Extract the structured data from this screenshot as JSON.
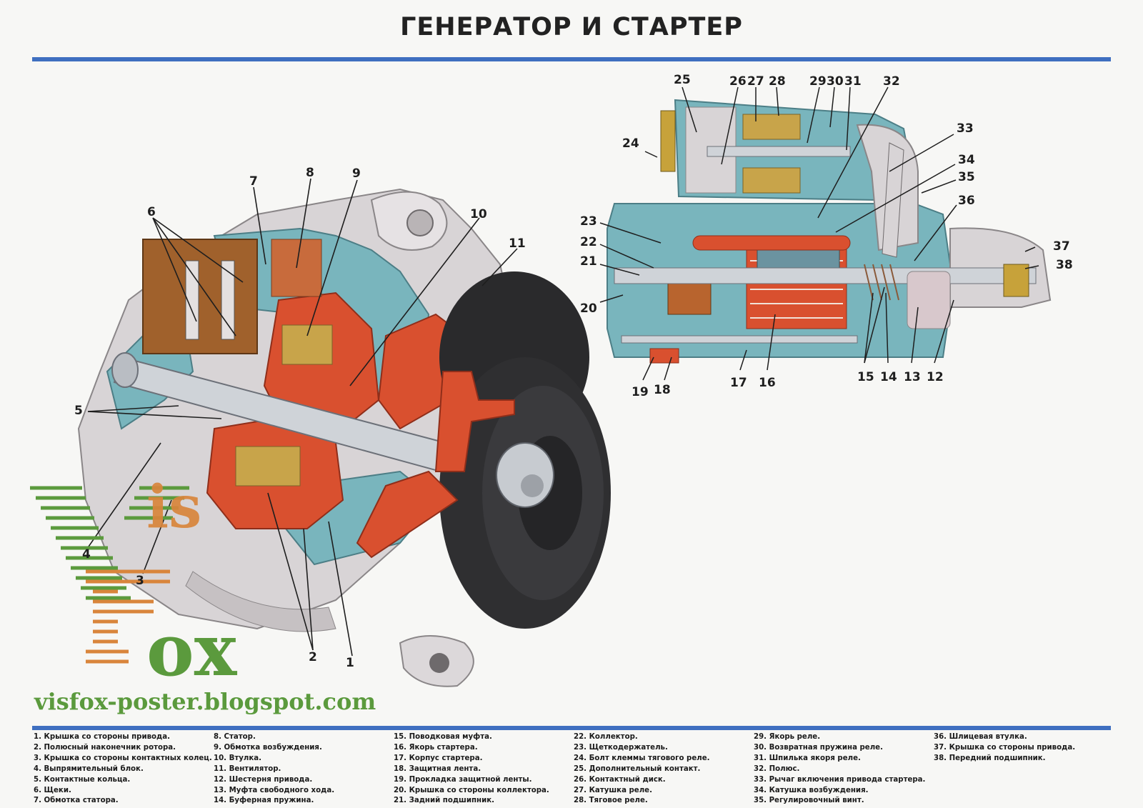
{
  "title": "ГЕНЕРАТОР И СТАРТЕР",
  "colors": {
    "rule": "#3f6fc0",
    "housing": "#d8d4d6",
    "rotor_red": "#d9502f",
    "casing_teal": "#79b5bd",
    "pulley_dark": "#2a2a2c",
    "winding_gold": "#c8a44a",
    "watermark_green": "#5b9a3d",
    "watermark_orange": "#d9853b"
  },
  "watermark": {
    "logo_letters": [
      "V",
      "is",
      "F",
      "ox"
    ],
    "url": "visfox-poster.blogspot.com"
  },
  "callouts": {
    "generator": [
      "1",
      "2",
      "3",
      "4",
      "5",
      "6",
      "7",
      "8",
      "9",
      "10",
      "11"
    ],
    "starter": [
      "12",
      "13",
      "14",
      "15",
      "16",
      "17",
      "18",
      "19",
      "20",
      "21",
      "22",
      "23",
      "24",
      "25",
      "26",
      "27",
      "28",
      "29",
      "30",
      "31",
      "32",
      "33",
      "34",
      "35",
      "36",
      "37",
      "38"
    ]
  },
  "legend": [
    [
      "1. Крышка со стороны привода.",
      "2. Полюсный наконечник ротора.",
      "3. Крышка со стороны контактных колец.",
      "4. Выпрямительный блок.",
      "5. Контактные кольца.",
      "6. Щеки.",
      "7. Обмотка статора."
    ],
    [
      "8. Статор.",
      "9. Обмотка возбуждения.",
      "10. Втулка.",
      "11. Вентилятор.",
      "12. Шестерня привода.",
      "13. Муфта свободного хода.",
      "14. Буферная пружина."
    ],
    [
      "15. Поводковая муфта.",
      "16. Якорь стартера.",
      "17. Корпус стартера.",
      "18. Защитная лента.",
      "19. Прокладка защитной ленты.",
      "20. Крышка со стороны коллектора.",
      "21. Задний подшипник."
    ],
    [
      "22. Коллектор.",
      "23. Щеткодержатель.",
      "24. Болт клеммы тягового реле.",
      "25. Дополнительный контакт.",
      "26. Контактный диск.",
      "27. Катушка реле.",
      "28. Тяговое реле."
    ],
    [
      "29. Якорь реле.",
      "30. Возвратная пружина реле.",
      "31. Шпилька якоря реле.",
      "32. Полюс.",
      "33. Рычаг включения привода стартера.",
      "34. Катушка возбуждения.",
      "35. Регулировочный винт."
    ],
    [
      "36. Шлицевая втулка.",
      "37. Крышка со стороны привода.",
      "38. Передний подшипник."
    ]
  ]
}
